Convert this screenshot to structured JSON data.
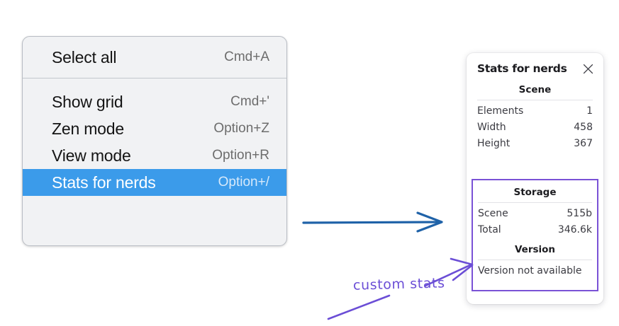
{
  "context_menu": {
    "name": "context-menu",
    "groups": [
      {
        "items": [
          {
            "label": "Select all",
            "shortcut": "Cmd+A",
            "selected": false
          }
        ]
      },
      {
        "items": [
          {
            "label": "Show grid",
            "shortcut": "Cmd+'",
            "selected": false
          },
          {
            "label": "Zen mode",
            "shortcut": "Option+Z",
            "selected": false
          },
          {
            "label": "View mode",
            "shortcut": "Option+R",
            "selected": false
          },
          {
            "label": "Stats for nerds",
            "shortcut": "Option+/",
            "selected": true
          }
        ]
      }
    ],
    "highlight_color": "#3b9bea",
    "background_color": "#f1f2f4"
  },
  "stats_panel": {
    "title": "Stats for nerds",
    "close_icon": "close-icon",
    "sections": [
      {
        "title": "Scene",
        "rows": [
          {
            "key": "Elements",
            "value": "1"
          },
          {
            "key": "Width",
            "value": "458"
          },
          {
            "key": "Height",
            "value": "367"
          }
        ]
      },
      {
        "title": "Storage",
        "rows": [
          {
            "key": "Scene",
            "value": "515b"
          },
          {
            "key": "Total",
            "value": "346.6k"
          }
        ]
      },
      {
        "title": "Version",
        "text": "Version not available"
      }
    ],
    "custom_box_color": "#7a52d6"
  },
  "annotations": {
    "handwritten_label": "custom stats",
    "handwriting_color": "#6b4ed6",
    "flow_arrow_color": "#1f62a8"
  }
}
